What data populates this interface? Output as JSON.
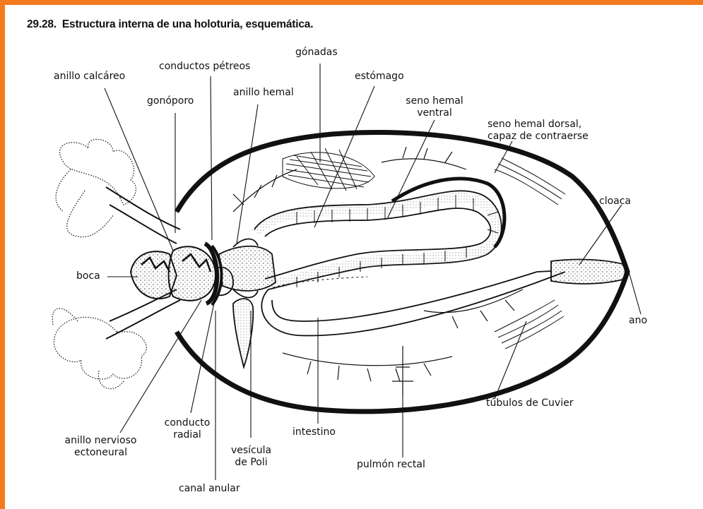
{
  "figure": {
    "number": "29.28.",
    "title": "Estructura interna de una holoturia, esquemática."
  },
  "labels": {
    "anillo_calcareo": "anillo calcáreo",
    "conductos_petreos": "conductos pétreos",
    "gonadas": "gónadas",
    "gonoporo": "gonóporo",
    "anillo_hemal": "anillo hemal",
    "estomago": "estómago",
    "seno_hemal_ventral_1": "seno hemal",
    "seno_hemal_ventral_2": "ventral",
    "seno_hemal_dorsal_1": "seno hemal dorsal,",
    "seno_hemal_dorsal_2": "capaz de contraerse",
    "cloaca": "cloaca",
    "boca": "boca",
    "ano": "ano",
    "tubulos_cuvier": "túbulos de Cuvier",
    "conducto_radial_1": "conducto",
    "conducto_radial_2": "radial",
    "anillo_nervioso_1": "anillo nervioso",
    "anillo_nervioso_2": "ectoneural",
    "intestino": "intestino",
    "vesicula_poli_1": "vesícula",
    "vesicula_poli_2": "de Poli",
    "pulmon_rectal": "pulmón rectal",
    "canal_anular": "canal anular"
  },
  "colors": {
    "border": "#f47a20",
    "ink": "#111111"
  }
}
